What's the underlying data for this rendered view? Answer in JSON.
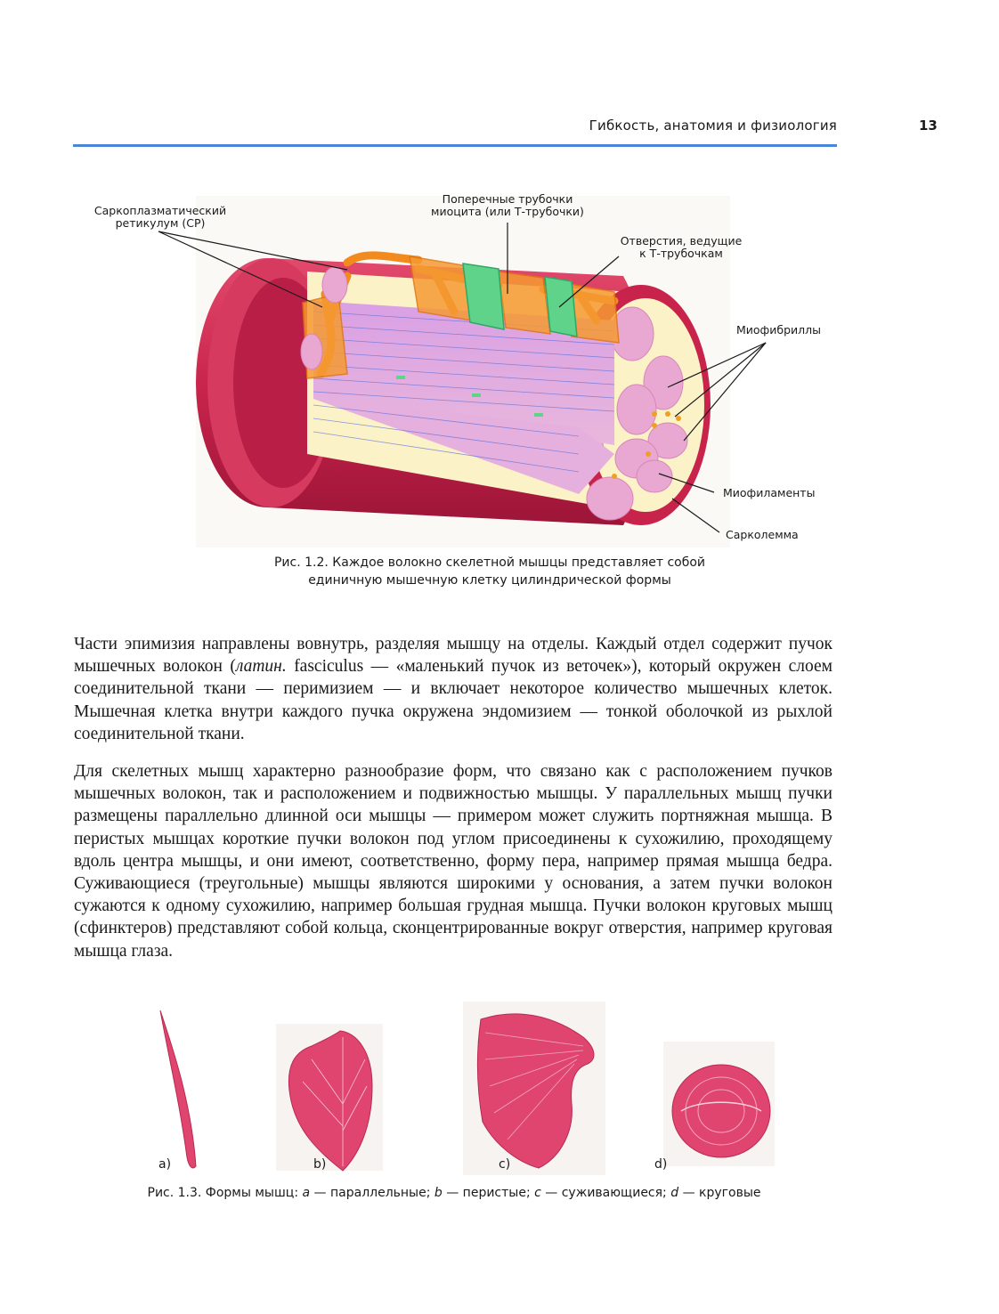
{
  "header": {
    "running_title": "Гибкость, анатомия и физиология",
    "page_number": "13"
  },
  "figure_1_2": {
    "labels": {
      "sr": "Саркоплазматический\nретикулум (СР)",
      "t_tubules": "Поперечные трубочки\nмиоцита (или Т-трубочки)",
      "openings": "Отверстия, ведущие\nк Т-трубочкам",
      "myofibrils": "Миофибриллы",
      "myofilaments": "Миофиламенты",
      "sarcolemma": "Сарколемма"
    },
    "caption": "Рис. 1.2. Каждое волокно скелетной мышцы представляет собой\nединичную мышечную клетку цилиндрической формы"
  },
  "body": {
    "paragraph1_part1": "Части эпимизия направлены вовнутрь, разделяя мышцу на отделы. Каждый отдел содержит пучок мышечных волокон (",
    "paragraph1_italic": "латин.",
    "paragraph1_part2": " fasciculus — «маленький пучок из веточек»), который окружен слоем соединительной ткани — перимизием — и включает некоторое количество мышечных клеток. Мышечная клетка внутри каждого пучка окружена эндомизием — тонкой оболочкой из рыхлой соединительной ткани.",
    "paragraph2": "Для скелетных мышц характерно разнообразие форм, что связано как с расположением пучков мышечных волокон, так и расположением и подвижностью мышцы. У параллельных мышц пучки размещены параллельно длинной оси мышцы — примером может служить портняжная мышца. В перистых мышцах короткие пучки волокон под углом присоединены к сухожилию, проходящему вдоль центра мышцы, и они имеют, соответственно, форму пера, например прямая мышца бедра. Суживающиеся (треугольные) мышцы являются широкими у основания, а затем пучки волокон сужаются к одному сухожилию, например большая грудная мышца. Пучки волокон круговых мышц (сфинктеров) представляют собой кольца, сконцентрированные вокруг отверстия, например круговая мышца глаза."
  },
  "figure_1_3": {
    "labels": {
      "a": "a)",
      "b": "b)",
      "c": "c)",
      "d": "d)"
    },
    "caption": {
      "prefix": "Рис. 1.3. Формы мышц: ",
      "a_letter": "a",
      "a_text": " — параллельные; ",
      "b_letter": "b",
      "b_text": " — перистые; ",
      "c_letter": "c",
      "c_text": " — суживающиеся; ",
      "d_letter": "d",
      "d_text": " — круговые"
    }
  },
  "colors": {
    "header_rule": "#4a86d8",
    "sarcolemma": "#c8234a",
    "sr_orange": "#f28a1e",
    "t_tubule_green": "#5fd38a",
    "myofibril_pink": "#e7a6d6",
    "cytoplasm": "#fbf2c8",
    "muscle_pink": "#e0456f"
  }
}
